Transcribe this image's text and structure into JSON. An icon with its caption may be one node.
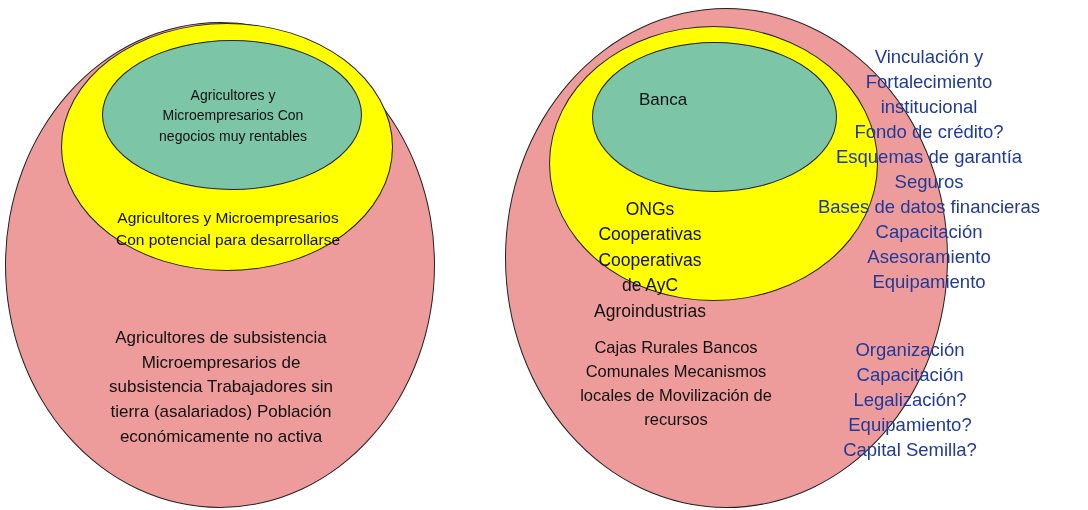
{
  "diagram": {
    "nodes": [
      {
        "text": [
          "Agricultores de subsistencia Microempresarios de subsistencia Trabajadores sin tierra (asalariados) Población económicamente no activa"
        ]
      },
      {
        "text": [
          "Agricultores y Microempresarios Con potencial para desarrollarse"
        ],
        "in": 0
      },
      {
        "text": [
          "Agricultores y Microempresarios Con negocios muy rentables"
        ],
        "in": 1
      },
      {
        "text": [
          "Cajas Rurales Bancos Comunales Mecanismos locales de Movilización de recursos"
        ]
      },
      {
        "text": [
          "ONGs Cooperativas Cooperativas de AyC Agroindustrias"
        ],
        "in": 3
      },
      {
        "text": [
          "Banca"
        ],
        "in": 4
      }
    ],
    "edges": [],
    "labels": [
      "Vinculación y Fortalecimiento institucional",
      "Fondo de crédito?",
      "Esquemas de garantía",
      "Seguros",
      "Bases de datos financieras",
      "Capacitación",
      "Asesoramiento",
      "Equipamiento",
      "Organización",
      "Capacitación",
      "Legalización?",
      "Equipamiento?",
      "Capital Semilla?"
    ]
  }
}
